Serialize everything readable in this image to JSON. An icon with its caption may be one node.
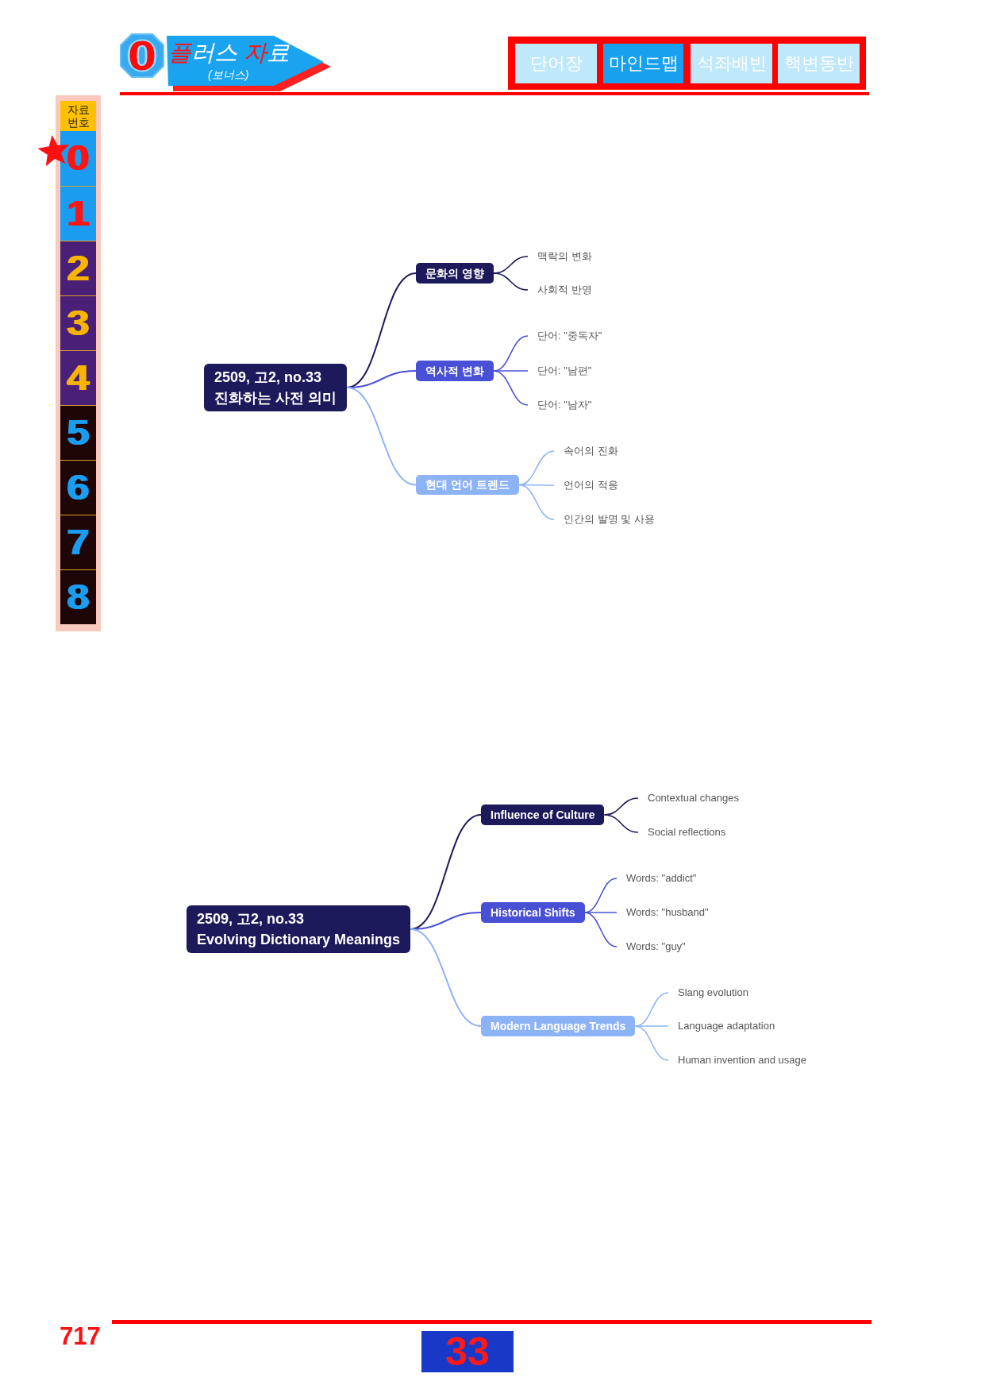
{
  "diagram": {
    "nodes": [
      {
        "text": [
          "0"
        ]
      },
      {
        "text": [
          "플러스 자료",
          "(보너스)"
        ]
      },
      {
        "text": [
          "단어장"
        ]
      },
      {
        "text": [
          "마인드맵"
        ]
      },
      {
        "text": [
          "석좌배빈"
        ]
      },
      {
        "text": [
          "핵변동반"
        ]
      },
      {
        "text": [
          "자료 번호"
        ]
      },
      {
        "text": [
          "0"
        ]
      },
      {
        "text": [
          "1"
        ]
      },
      {
        "text": [
          "2"
        ]
      },
      {
        "text": [
          "3"
        ]
      },
      {
        "text": [
          "4"
        ]
      },
      {
        "text": [
          "5"
        ]
      },
      {
        "text": [
          "6"
        ]
      },
      {
        "text": [
          "7"
        ]
      },
      {
        "text": [
          "8"
        ]
      },
      {
        "text": [
          "2509, 고2, no.33",
          "진화하는 사전 의미"
        ]
      },
      {
        "text": [
          "문화의 영향"
        ]
      },
      {
        "text": [
          "맥락의 변화"
        ]
      },
      {
        "text": [
          "사회적 반영"
        ]
      },
      {
        "text": [
          "역사적 변화"
        ]
      },
      {
        "text": [
          "단어: \"중독자\""
        ]
      },
      {
        "text": [
          "단어: \"남편\""
        ]
      },
      {
        "text": [
          "단어: \"남자\""
        ]
      },
      {
        "text": [
          "현대 언어 트렌드"
        ]
      },
      {
        "text": [
          "속어의 진화"
        ]
      },
      {
        "text": [
          "언어의 적응"
        ]
      },
      {
        "text": [
          "인간의 발명 및 사용"
        ]
      },
      {
        "text": [
          "2509, 고2, no.33",
          "Evolving Dictionary Meanings"
        ]
      },
      {
        "text": [
          "Influence of Culture"
        ]
      },
      {
        "text": [
          "Contextual changes"
        ]
      },
      {
        "text": [
          "Social reflections"
        ]
      },
      {
        "text": [
          "Historical Shifts"
        ]
      },
      {
        "text": [
          "Words: \"addict\""
        ]
      },
      {
        "text": [
          "Words: \"husband\""
        ]
      },
      {
        "text": [
          "Words: \"guy\""
        ]
      },
      {
        "text": [
          "Modern Language Trends"
        ]
      },
      {
        "text": [
          "Slang evolution"
        ]
      },
      {
        "text": [
          "Language adaptation"
        ]
      },
      {
        "text": [
          "Human invention and usage"
        ]
      },
      {
        "text": [
          "33"
        ]
      }
    ],
    "edges": [
      {
        "from": 16,
        "to": 17,
        "arrow": "none",
        "color": "#1c1a5a"
      },
      {
        "from": 17,
        "to": 18,
        "arrow": "none",
        "color": "#1c1a5a"
      },
      {
        "from": 17,
        "to": 19,
        "arrow": "none",
        "color": "#1c1a5a"
      },
      {
        "from": 16,
        "to": 20,
        "arrow": "none",
        "color": "#4a50d6"
      },
      {
        "from": 20,
        "to": 21,
        "arrow": "none",
        "color": "#4a50d6"
      },
      {
        "from": 20,
        "to": 22,
        "arrow": "none",
        "color": "#4a50d6"
      },
      {
        "from": 20,
        "to": 23,
        "arrow": "none",
        "color": "#4a50d6"
      },
      {
        "from": 16,
        "to": 24,
        "arrow": "none",
        "color": "#8db3f7"
      },
      {
        "from": 24,
        "to": 25,
        "arrow": "none",
        "color": "#8db3f7"
      },
      {
        "from": 24,
        "to": 26,
        "arrow": "none",
        "color": "#8db3f7"
      },
      {
        "from": 24,
        "to": 27,
        "arrow": "none",
        "color": "#8db3f7"
      },
      {
        "from": 28,
        "to": 29,
        "arrow": "none",
        "color": "#1c1a5a"
      },
      {
        "from": 29,
        "to": 30,
        "arrow": "none",
        "color": "#1c1a5a"
      },
      {
        "from": 29,
        "to": 31,
        "arrow": "none",
        "color": "#1c1a5a"
      },
      {
        "from": 28,
        "to": 32,
        "arrow": "none",
        "color": "#4a50d6"
      },
      {
        "from": 32,
        "to": 33,
        "arrow": "none",
        "color": "#4a50d6"
      },
      {
        "from": 32,
        "to": 34,
        "arrow": "none",
        "color": "#4a50d6"
      },
      {
        "from": 32,
        "to": 35,
        "arrow": "none",
        "color": "#4a50d6"
      },
      {
        "from": 28,
        "to": 36,
        "arrow": "none",
        "color": "#8db3f7"
      },
      {
        "from": 36,
        "to": 37,
        "arrow": "none",
        "color": "#8db3f7"
      },
      {
        "from": 36,
        "to": 38,
        "arrow": "none",
        "color": "#8db3f7"
      },
      {
        "from": 36,
        "to": 39,
        "arrow": "none",
        "color": "#8db3f7"
      }
    ],
    "labels": [
      "717"
    ]
  }
}
